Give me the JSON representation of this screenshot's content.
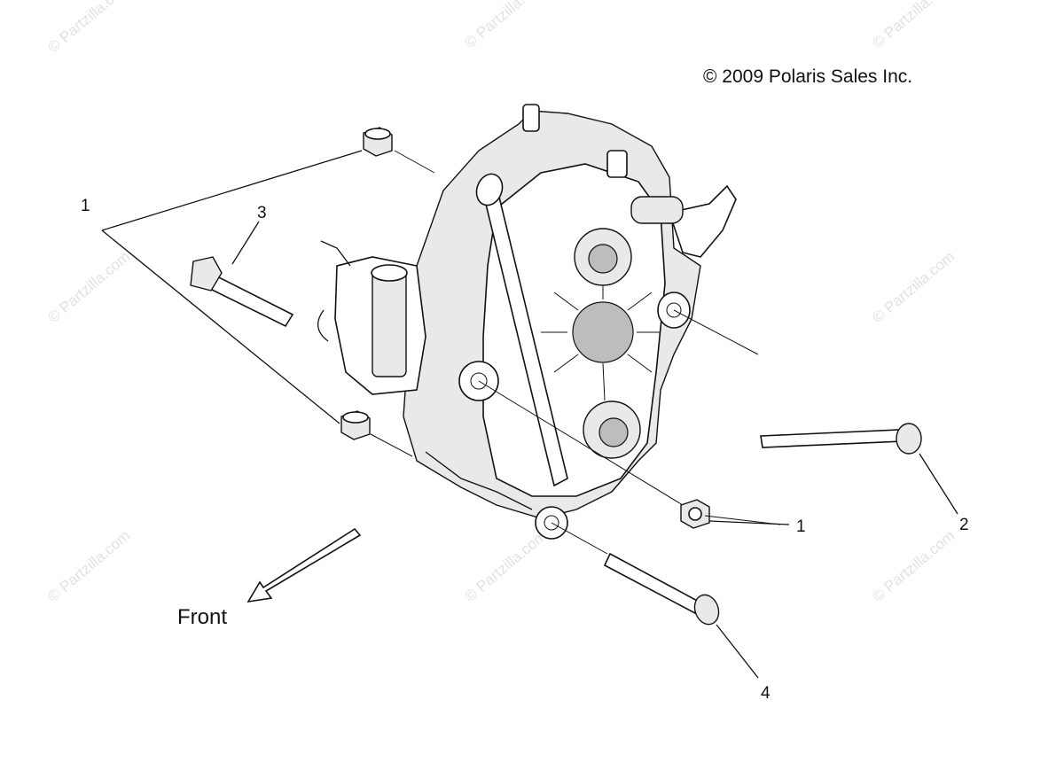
{
  "copyright": "© 2009 Polaris Sales Inc.",
  "front_label": "Front",
  "watermark": "© Partzilla.com",
  "callouts": {
    "nut_top_left": "1",
    "nut_bottom_right": "1",
    "bolt_right": "2",
    "bolt_top_left": "3",
    "bolt_bottom": "4"
  },
  "colors": {
    "line": "#111111",
    "watermark": "#e2e2e2",
    "background": "#ffffff"
  }
}
